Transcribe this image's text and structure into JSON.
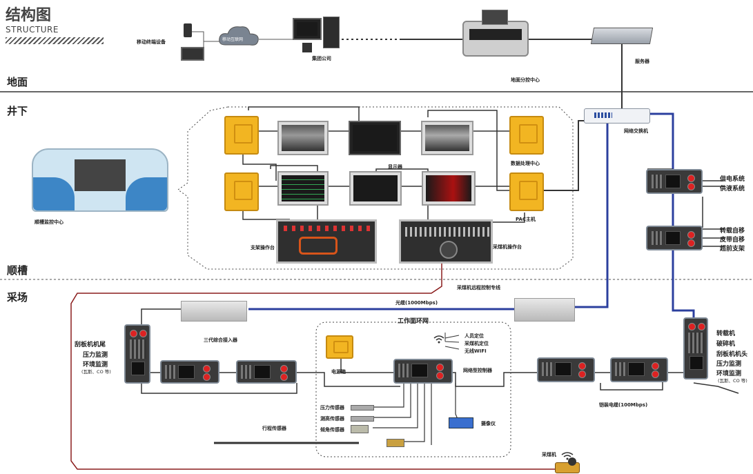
{
  "header": {
    "title": "结构图",
    "subtitle": "STRUCTURE"
  },
  "zones": {
    "ground": "地面",
    "underground": "井下",
    "trough": "顺槽",
    "face": "采场"
  },
  "ground": {
    "mobile_terminal": "移动终端设备",
    "internet": "移动互联网",
    "group_company": "集团公司",
    "ground_control": "地面分控中心",
    "server": "服务器"
  },
  "trough": {
    "network_switch": "网络交换机",
    "display": "显示器",
    "data_center": "数据处理中心",
    "pac_host": "PAC主机",
    "support_console": "支架操作台",
    "shearer_console": "采煤机操作台",
    "monitor_center": "顺槽监控中心",
    "power_supply": "供电系统",
    "liquid_supply": "供液系统",
    "transfer_move": "转载自移",
    "belt_move": "皮带自移",
    "advance_support": "超前支架"
  },
  "face": {
    "remote_line": "采煤机远程控制专线",
    "fiber": "光缆(1000Mbps)",
    "ring_network": "工作面环网",
    "access_unit": "三代综合接入器",
    "tail_items": [
      "刮板机机尾",
      "压力监测",
      "环境监测"
    ],
    "tail_note": "(瓦斯、CO 等)",
    "head_items": [
      "转载机",
      "破碎机",
      "刮板机机头",
      "压力监测",
      "环境监测"
    ],
    "head_note": "(瓦斯、CO 等)",
    "power_box": "电源箱",
    "network_controller": "网络型控制器",
    "wireless_items": [
      "人员定位",
      "采煤机定位",
      "无线WIFI"
    ],
    "sensors": [
      "压力传感器",
      "测高传感器",
      "倾角传感器"
    ],
    "stroke_sensor": "行程传感器",
    "camera": "摄像仪",
    "armored_cable": "铠装电缆(100Mbps)",
    "shearer": "采煤机"
  }
}
